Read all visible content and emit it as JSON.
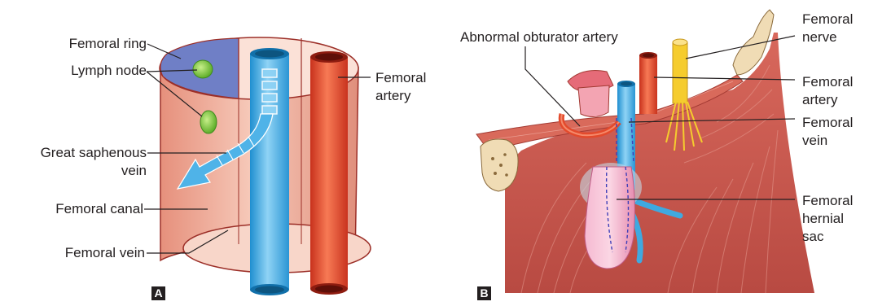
{
  "panel_a": {
    "letter": "A",
    "labels": {
      "femoral_ring": "Femoral ring",
      "lymph_node": "Lymph node",
      "great_saphenous_line1": "Great saphenous",
      "great_saphenous_line2": "vein",
      "femoral_canal": "Femoral canal",
      "femoral_vein": "Femoral vein",
      "femoral_artery_line1": "Femoral",
      "femoral_artery_line2": "artery"
    }
  },
  "panel_b": {
    "letter": "B",
    "labels": {
      "abnormal_obturator_artery": "Abnormal obturator artery",
      "femoral_nerve_line1": "Femoral",
      "femoral_nerve_line2": "nerve",
      "femoral_artery_line1": "Femoral",
      "femoral_artery_line2": "artery",
      "femoral_vein_line1": "Femoral",
      "femoral_vein_line2": "vein",
      "hernial_sac_line1": "Femoral",
      "hernial_sac_line2": "hernial",
      "hernial_sac_line3": "sac"
    }
  },
  "colors": {
    "canal_fill": "#e9a593",
    "canal_outline": "#9c2f28",
    "ring_fill": "#6f7fc6",
    "vein_blue": "#3fa9e0",
    "artery_red": "#e34a2c",
    "lymph_green": "#7cc242",
    "muscle_red": "#c9524a",
    "nerve_yellow": "#f5cc2e",
    "sac_pink": "#f0a6c2"
  }
}
